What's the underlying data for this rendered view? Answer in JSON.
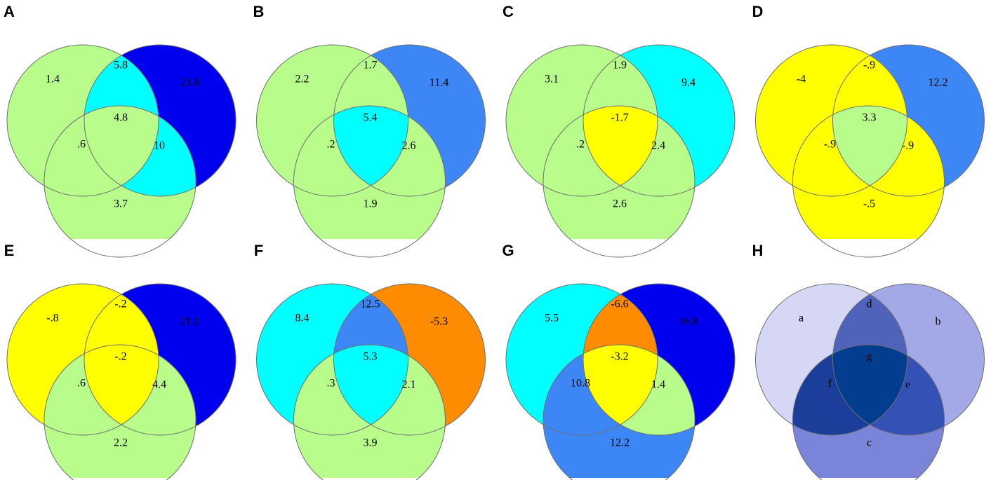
{
  "palette": {
    "pale_green": "#b8fc8c",
    "cyan": "#00ffff",
    "dark_blue": "#0000ee",
    "medium_blue": "#3d86f5",
    "yellow": "#ffff00",
    "orange": "#ff8c00",
    "outline": "#6e6e6e"
  },
  "panels": [
    {
      "letter": "A",
      "fills": {
        "a": "#b8fc8c",
        "b": "#0000ee",
        "c": "#b8fc8c",
        "d": "#00ffff",
        "e": "#00ffff",
        "f": "#b8fc8c",
        "g": "#b8fc8c"
      },
      "labels": {
        "a": "1.4",
        "b": "23.8",
        "c": "3.7",
        "d": "5.8",
        "e": "10",
        "f": ".6",
        "g": "4.8"
      }
    },
    {
      "letter": "B",
      "fills": {
        "a": "#b8fc8c",
        "b": "#3d86f5",
        "c": "#b8fc8c",
        "d": "#b8fc8c",
        "e": "#b8fc8c",
        "f": "#b8fc8c",
        "g": "#00ffff"
      },
      "labels": {
        "a": "2.2",
        "b": "11.4",
        "c": "1.9",
        "d": "1.7",
        "e": "2.6",
        "f": ".2",
        "g": "5.4"
      }
    },
    {
      "letter": "C",
      "fills": {
        "a": "#b8fc8c",
        "b": "#00ffff",
        "c": "#b8fc8c",
        "d": "#b8fc8c",
        "e": "#b8fc8c",
        "f": "#b8fc8c",
        "g": "#ffff00"
      },
      "labels": {
        "a": "3.1",
        "b": "9.4",
        "c": "2.6",
        "d": "1.9",
        "e": "2.4",
        "f": ".2",
        "g": "-1.7"
      }
    },
    {
      "letter": "D",
      "fills": {
        "a": "#ffff00",
        "b": "#3d86f5",
        "c": "#ffff00",
        "d": "#ffff00",
        "e": "#ffff00",
        "f": "#ffff00",
        "g": "#b8fc8c"
      },
      "labels": {
        "a": "-4",
        "b": "12.2",
        "c": "-.5",
        "d": "-.9",
        "e": "-.9",
        "f": "-.9",
        "g": "3.3"
      }
    },
    {
      "letter": "E",
      "fills": {
        "a": "#ffff00",
        "b": "#0000ee",
        "c": "#b8fc8c",
        "d": "#ffff00",
        "e": "#b8fc8c",
        "f": "#b8fc8c",
        "g": "#ffff00"
      },
      "labels": {
        "a": "-.8",
        "b": "21.1",
        "c": "2.2",
        "d": "-.2",
        "e": "4.4",
        "f": ".6",
        "g": "-.2"
      }
    },
    {
      "letter": "F",
      "fills": {
        "a": "#00ffff",
        "b": "#ff8c00",
        "c": "#b8fc8c",
        "d": "#3d86f5",
        "e": "#b8fc8c",
        "f": "#b8fc8c",
        "g": "#00ffff"
      },
      "labels": {
        "a": "8.4",
        "b": "-5.3",
        "c": "3.9",
        "d": "12.5",
        "e": "2.1",
        "f": ".3",
        "g": "5.3"
      }
    },
    {
      "letter": "G",
      "fills": {
        "a": "#00ffff",
        "b": "#0000ee",
        "c": "#3d86f5",
        "d": "#ff8c00",
        "e": "#b8fc8c",
        "f": "#3d86f5",
        "g": "#ffff00"
      },
      "labels": {
        "a": "5.5",
        "b": "16.8",
        "c": "12.2",
        "d": "-6.6",
        "e": "1.4",
        "f": "10.8",
        "g": "-3.2"
      }
    },
    {
      "letter": "H",
      "fills": {
        "a": "#d6d6f5",
        "b": "#a3a8e6",
        "c": "#7a84d9",
        "d": "#4f63ba",
        "e": "#3452b5",
        "f": "#1a3e99",
        "g": "#033d8f"
      },
      "labels": {
        "a": "a",
        "b": "b",
        "c": "c",
        "d": "d",
        "e": "e",
        "f": "f",
        "g": "g"
      }
    }
  ]
}
